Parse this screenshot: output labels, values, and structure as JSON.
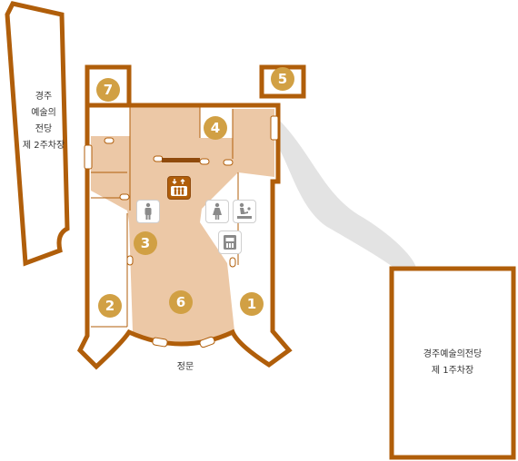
{
  "colors": {
    "wall": "#b05e0a",
    "floor": "#ecc8a6",
    "marker": "#d1a044",
    "road": "#e3e3e3",
    "icon": "#8a8a8a",
    "elevator": "#8f4a0c"
  },
  "labels": {
    "parking2_line1": "경주",
    "parking2_line2": "예술의",
    "parking2_line3": "전당",
    "parking2_line4": "제 2주차장",
    "parking1_line1": "경주예술의전당",
    "parking1_line2": "제 1주차장",
    "main_gate": "정문"
  },
  "markers": [
    "1",
    "2",
    "3",
    "4",
    "5",
    "6",
    "7"
  ],
  "facilities": {
    "elevator": "elevator-icon",
    "male_restroom": "male-restroom-icon",
    "female_restroom": "female-restroom-icon",
    "nursing_room": "nursing-room-icon",
    "atm": "atm-icon"
  }
}
